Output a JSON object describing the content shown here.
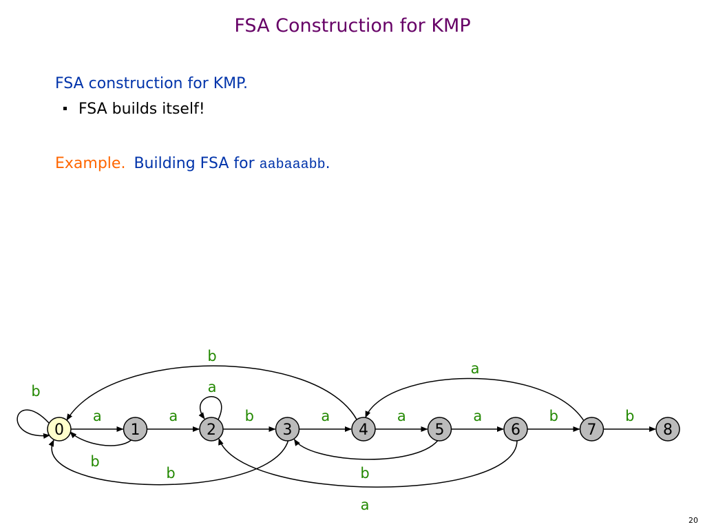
{
  "title": "FSA Construction for KMP",
  "intro": "FSA construction for KMP.",
  "bullet": "FSA builds itself!",
  "example": {
    "label": "Example.",
    "text": "Building FSA for ",
    "pattern": "aabaaabb",
    "suffix": "."
  },
  "page_number": "20",
  "colors": {
    "title": "#660066",
    "text_blue": "#0033aa",
    "example_orange": "#ff6600",
    "edge_label_green": "#228800",
    "start_state_fill": "#ffffcc",
    "state_fill": "#bbbbbb"
  },
  "fsa": {
    "states": [
      "0",
      "1",
      "2",
      "3",
      "4",
      "5",
      "6",
      "7",
      "8"
    ],
    "start_state": "0",
    "forward_edges": [
      {
        "from": "0",
        "to": "1",
        "label": "a"
      },
      {
        "from": "1",
        "to": "2",
        "label": "a"
      },
      {
        "from": "2",
        "to": "3",
        "label": "b"
      },
      {
        "from": "3",
        "to": "4",
        "label": "a"
      },
      {
        "from": "4",
        "to": "5",
        "label": "a"
      },
      {
        "from": "5",
        "to": "6",
        "label": "a"
      },
      {
        "from": "6",
        "to": "7",
        "label": "b"
      },
      {
        "from": "7",
        "to": "8",
        "label": "b"
      }
    ],
    "back_edges": [
      {
        "from": "0",
        "to": "0",
        "label": "b"
      },
      {
        "from": "2",
        "to": "2",
        "label": "a"
      },
      {
        "from": "4",
        "to": "0",
        "label": "b"
      },
      {
        "from": "7",
        "to": "4",
        "label": "a"
      },
      {
        "from": "1",
        "to": "0",
        "label": "b"
      },
      {
        "from": "3",
        "to": "0",
        "label": "b"
      },
      {
        "from": "5",
        "to": "3",
        "label": "b"
      },
      {
        "from": "6",
        "to": "2",
        "label": "a"
      }
    ]
  }
}
